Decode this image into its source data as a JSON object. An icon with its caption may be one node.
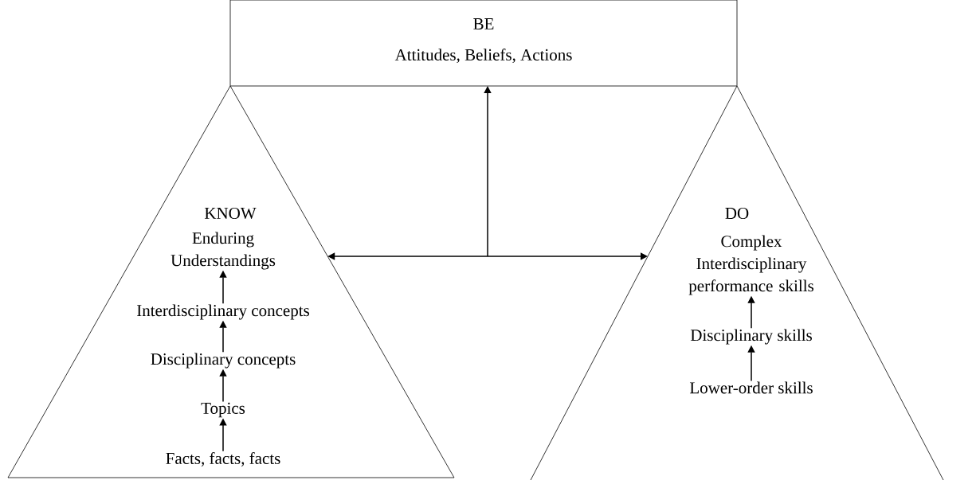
{
  "diagram": {
    "nodes": [
      {
        "text": [
          "BE",
          "Attitudes, Beliefs, Actions"
        ]
      },
      {
        "text": [
          "KNOW"
        ]
      },
      {
        "text": [
          "Enduring Understandings"
        ],
        "in": 1
      },
      {
        "text": [
          "Interdisciplinary concepts"
        ],
        "in": 1
      },
      {
        "text": [
          "Disciplinary concepts"
        ],
        "in": 1
      },
      {
        "text": [
          "Topics"
        ],
        "in": 1
      },
      {
        "text": [
          "Facts, facts, facts"
        ],
        "in": 1
      },
      {
        "text": [
          "DO"
        ]
      },
      {
        "text": [
          "Complex Interdisciplinary performance skills"
        ],
        "in": 7
      },
      {
        "text": [
          "Disciplinary skills"
        ],
        "in": 7
      },
      {
        "text": [
          "Lower-order skills"
        ],
        "in": 7
      }
    ],
    "edges": [
      {
        "from": 6,
        "to": 5,
        "arrow": "to"
      },
      {
        "from": 5,
        "to": 4,
        "arrow": "to"
      },
      {
        "from": 4,
        "to": 3,
        "arrow": "to"
      },
      {
        "from": 3,
        "to": 2,
        "arrow": "to"
      },
      {
        "from": 10,
        "to": 9,
        "arrow": "to"
      },
      {
        "from": 9,
        "to": 8,
        "arrow": "to"
      },
      {
        "from": null,
        "to": 0,
        "arrow": "to"
      },
      {
        "from": null,
        "to": 1,
        "arrow": "to"
      },
      {
        "from": null,
        "to": 7,
        "arrow": "to"
      }
    ]
  }
}
